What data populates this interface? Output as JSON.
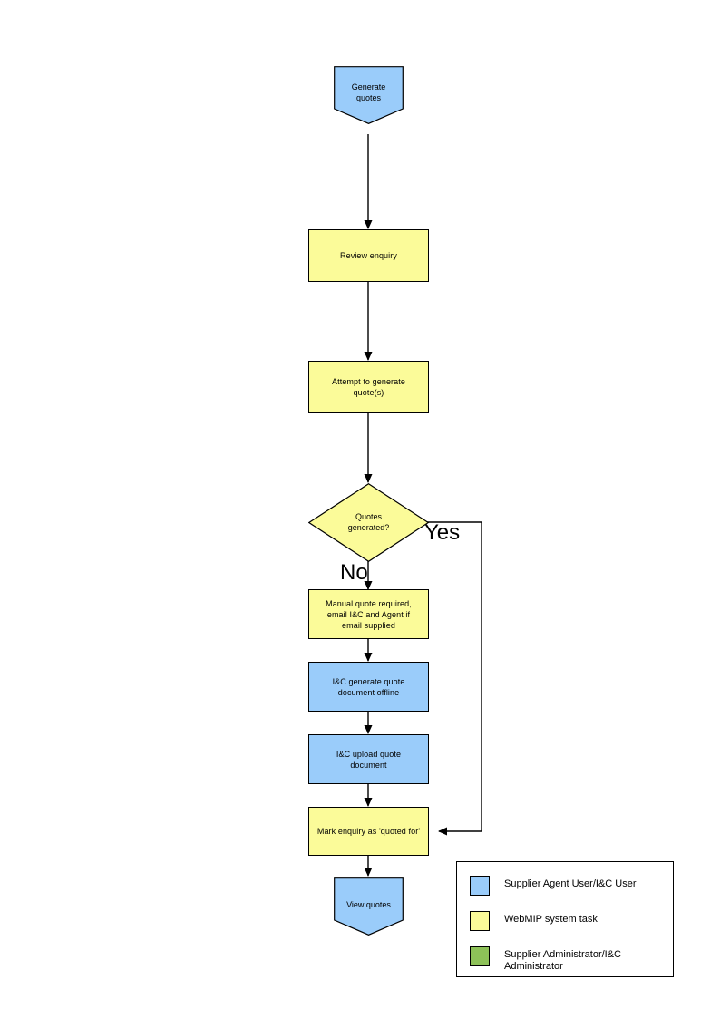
{
  "diagram": {
    "title": "Generate quotes flow",
    "colors": {
      "user_task": "#9ACCFA",
      "system_task": "#FBFB99",
      "admin_task": "#8DC158",
      "line": "#000000",
      "background": "#FFFFFF"
    },
    "nodes": [
      {
        "id": "start",
        "shape": "pentagon",
        "fill": "user_task",
        "label": "Generate\nquotes"
      },
      {
        "id": "review",
        "shape": "rect",
        "fill": "system_task",
        "label": "Review enquiry"
      },
      {
        "id": "attempt",
        "shape": "rect",
        "fill": "system_task",
        "label": "Attempt to generate\nquote(s)"
      },
      {
        "id": "decision",
        "shape": "diamond",
        "fill": "system_task",
        "label": "Quotes\ngenerated?"
      },
      {
        "id": "manual",
        "shape": "rect",
        "fill": "system_task",
        "label": "Manual quote required,\nemail I&C and Agent if\nemail supplied"
      },
      {
        "id": "offline",
        "shape": "rect",
        "fill": "user_task",
        "label": "I&C generate quote\ndocument offline"
      },
      {
        "id": "upload",
        "shape": "rect",
        "fill": "user_task",
        "label": "I&C upload quote\ndocument"
      },
      {
        "id": "mark",
        "shape": "rect",
        "fill": "system_task",
        "label": "Mark enquiry as 'quoted for'"
      },
      {
        "id": "view",
        "shape": "pentagon",
        "fill": "user_task",
        "label": "View quotes"
      }
    ],
    "branch_labels": {
      "yes": "Yes",
      "no": "No"
    }
  },
  "legend": {
    "items": [
      {
        "color_key": "user_task",
        "swatch": "#9ACCFA",
        "label": "Supplier Agent User/I&C User"
      },
      {
        "color_key": "system_task",
        "swatch": "#FBFB99",
        "label": "WebMIP system task"
      },
      {
        "color_key": "admin_task",
        "swatch": "#8DC158",
        "label": "Supplier Administrator/I&C\nAdministrator"
      }
    ]
  }
}
